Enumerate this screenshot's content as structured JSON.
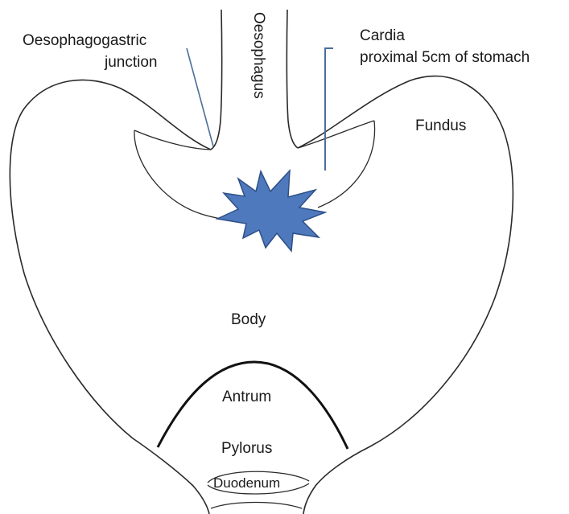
{
  "labels": {
    "oesophagogastric_junction": [
      "Oesophagogastric",
      "junction"
    ],
    "cardia": [
      "Cardia",
      "proximal 5cm of stomach"
    ],
    "oesophagus": "Oesophagus",
    "fundus": "Fundus",
    "body": "Body",
    "antrum": "Antrum",
    "pylorus": "Pylorus",
    "duodenum": "Duodenum"
  },
  "colors": {
    "outline": "#2a2a2a",
    "tumour_fill": "#4f79bd",
    "tumour_stroke": "#2e4f86",
    "leader_line": "#4a6e9a"
  }
}
